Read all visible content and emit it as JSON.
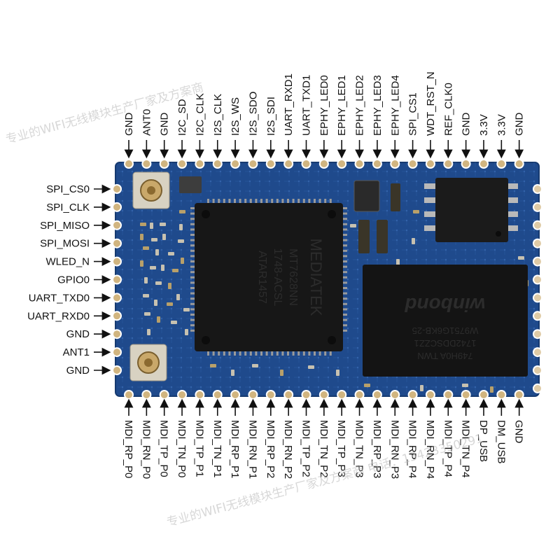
{
  "top_pins": [
    "GND",
    "ANT0",
    "GND",
    "I2C_SD",
    "I2C_CLK",
    "I2S_CLK",
    "I2S_WS",
    "I2S_SDO",
    "I2S_SDI",
    "UART_RXD1",
    "UART_TXD1",
    "EPHY_LED0",
    "EPHY_LED1",
    "EPHY_LED2",
    "EPHY_LED3",
    "EPHY_LED4",
    "SPI_CS1",
    "WDT_RST_N",
    "REF_CLK0",
    "GND",
    "3.3V",
    "3.3V",
    "GND"
  ],
  "left_pins": [
    "SPI_CS0",
    "SPI_CLK",
    "SPI_MISO",
    "SPI_MOSI",
    "WLED_N",
    "GPIO0",
    "UART_TXD0",
    "UART_RXD0",
    "GND",
    "ANT1",
    "GND"
  ],
  "bottom_pins": [
    "MDI_RP_P0",
    "MDI_RN_P0",
    "MDI_TP_P0",
    "MDI_TN_P0",
    "MDI_TP_P1",
    "MDI_TN_P1",
    "MDI_RP_P1",
    "MDI_RN_P1",
    "MDI_RP_P2",
    "MDI_RN_P2",
    "MDI_TP_P2",
    "MDI_TN_P2",
    "MDI_TP_P3",
    "MDI_TN_P3",
    "MDI_RP_P3",
    "MDI_RN_P3",
    "MDI_RP_P4",
    "MDI_RN_P4",
    "MDI_TP_P4",
    "MDI_TN_P4",
    "DP_USB",
    "DM_USB",
    "GND"
  ],
  "watermarks": [
    "专业的WIFI无线模块生产厂家及方案商",
    "专业的WIFI无线模块生产厂家及方案商 电话：13423350291"
  ],
  "chip_markings": {
    "soc": [
      "MEDIATEK",
      "MT7628NN",
      "1748-ACSL",
      "ATAR1457"
    ],
    "ram": [
      "winbond",
      "W9751G6KB-25",
      "1742DDSCZZ1",
      "749H0A TWN"
    ]
  },
  "colors": {
    "pcb": "#1f4a8c",
    "pcb_edge": "#2d5ea8",
    "chip": "#161616",
    "pad": "#c9a86a",
    "arrow": "#111111"
  }
}
